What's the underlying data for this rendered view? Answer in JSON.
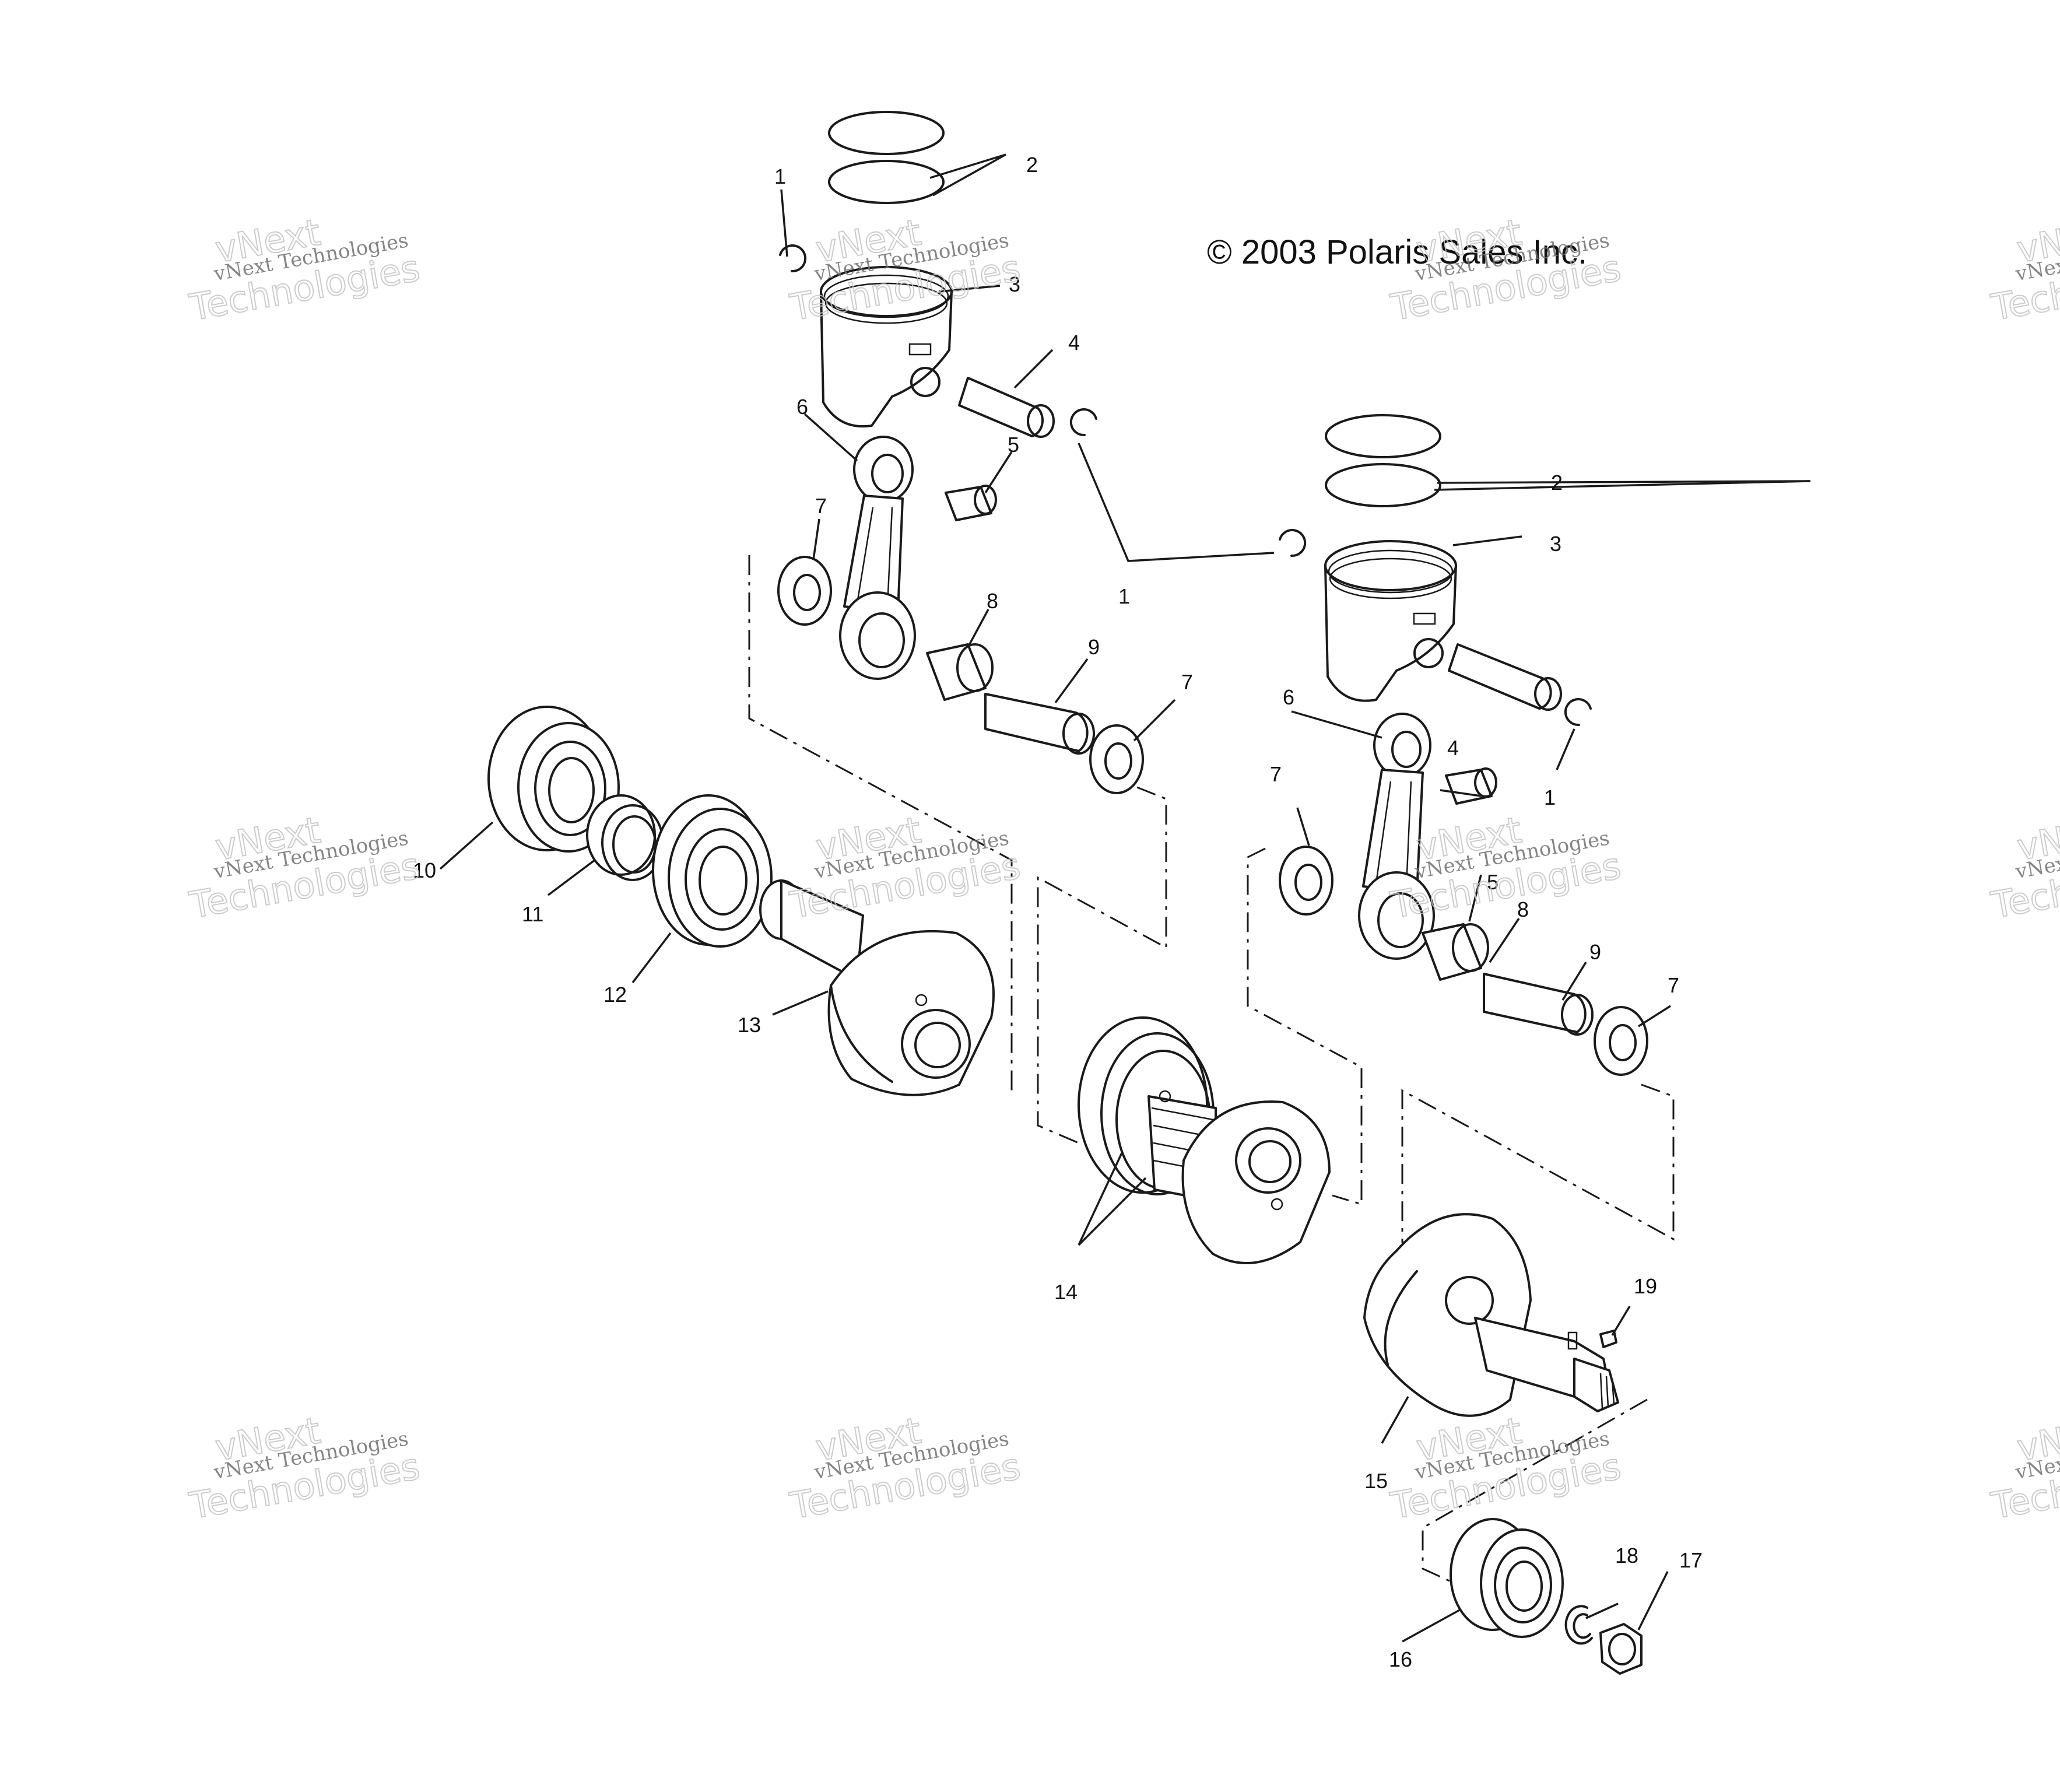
{
  "copyright": "© 2003 Polaris Sales Inc.",
  "watermark": {
    "line_small": "vNext Technologies",
    "line_large_top": "vNext",
    "line_large_bottom": "Technologies"
  },
  "callouts": {
    "c1a": "1",
    "c2a": "2",
    "c3a": "3",
    "c4a": "4",
    "c5a": "5",
    "c6a": "6",
    "c7a": "7",
    "c8a": "8",
    "c9a": "9",
    "c7b": "7",
    "c1b": "1",
    "c2b": "2",
    "c3b": "3",
    "c6b": "6",
    "c4b": "4",
    "c1c": "1",
    "c7c": "7",
    "c5b": "5",
    "c8b": "8",
    "c9b": "9",
    "c7d": "7",
    "c10": "10",
    "c11": "11",
    "c12": "12",
    "c13": "13",
    "c14": "14",
    "c15": "15",
    "c16": "16",
    "c17": "17",
    "c18": "18",
    "c19": "19"
  },
  "colors": {
    "line": "#1a1a1a",
    "watermark": "#8a8a8a",
    "background": "#ffffff"
  }
}
